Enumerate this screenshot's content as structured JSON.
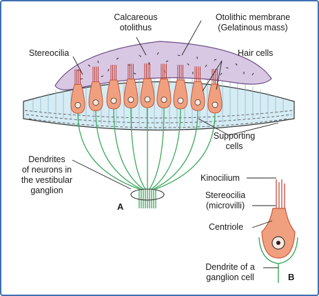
{
  "labels": {
    "calcareous_otolithus": [
      "Calcareous",
      "otolithus"
    ],
    "otolithic_membrane": [
      "Otolithic membrane",
      "(Gelatinous mass)"
    ],
    "stereocilia_a": "Stereocilia",
    "hair_cells": "Hair cells",
    "supporting_cells": [
      "Supporting",
      "cells"
    ],
    "dendrites": [
      "Dendrites",
      "of neurons in",
      "the vestibular",
      "ganglion"
    ],
    "panel_a": "A",
    "kinocilium": "Kinocilium",
    "stereocilia_b": [
      "Stereocilia",
      "(microvilli)"
    ],
    "centriole": "Centriole",
    "dendrite_ganglion": [
      "Dendrite of a",
      "ganglion cell"
    ],
    "panel_b": "B"
  },
  "colors": {
    "otolithic_membrane": "#d9c8e4",
    "hair_cell": "#f0a07e",
    "hair_cell_outline": "#c8553a",
    "nucleus": "#fde8e0",
    "supporting_layer": "#d6ecf4",
    "nerve_fibers": "#3aa85a",
    "frame": "#3d6fb3"
  }
}
